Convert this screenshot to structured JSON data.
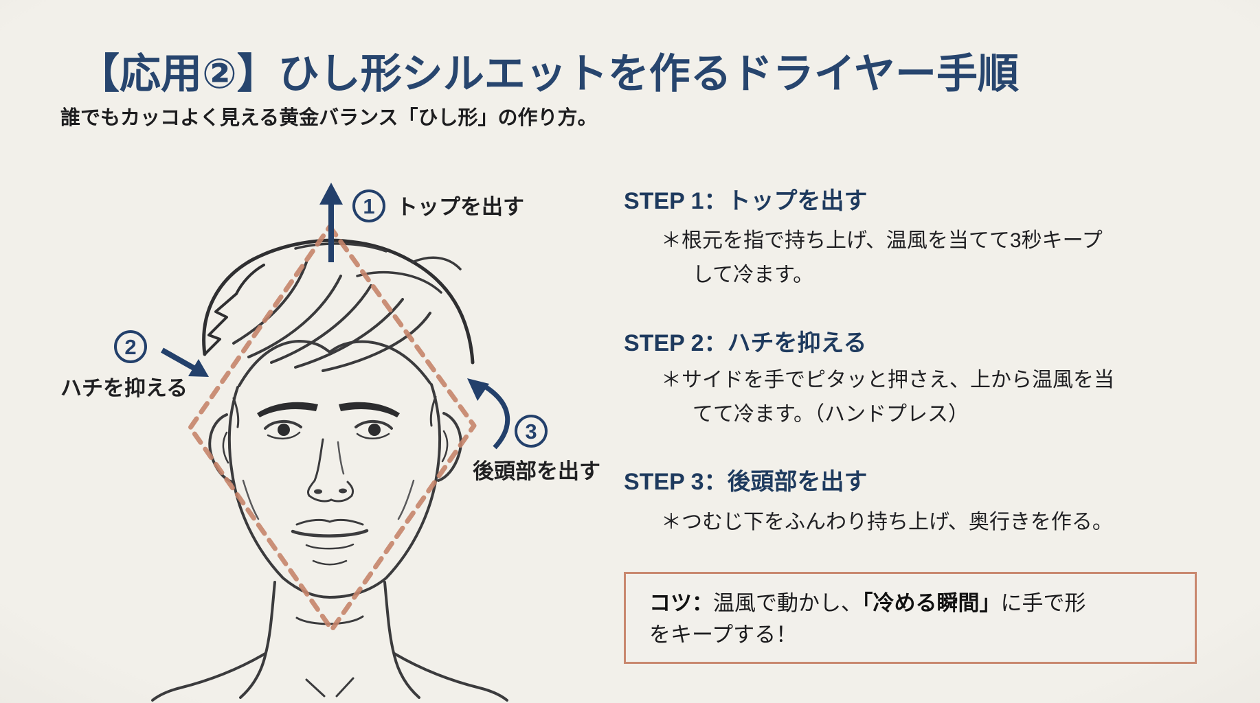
{
  "title": "【応用②】ひし形シルエットを作るドライヤー手順",
  "subtitle": "誰でもカッコよく見える黄金バランス「ひし形」の作り方。",
  "diagram": {
    "annotations": [
      {
        "number": "1",
        "label": "トップを出す"
      },
      {
        "number": "2",
        "label": "ハチを抑える"
      },
      {
        "number": "3",
        "label": "後頭部を出す"
      }
    ]
  },
  "steps": [
    {
      "heading": "STEP 1：トップを出す",
      "note_line1": "＊根元を指で持ち上げ、温風を当てて3秒キープ",
      "note_line2": "して冷ます。"
    },
    {
      "heading": "STEP 2：ハチを抑える",
      "note_line1": "＊サイドを手でピタッと押さえ、上から温風を当",
      "note_line2": "てて冷ます。（ハンドプレス）"
    },
    {
      "heading": "STEP 3：後頭部を出す",
      "note_line1": "＊つむじ下をふんわり持ち上げ、奥行きを作る。"
    }
  ],
  "tip": {
    "label": "コツ：",
    "text_before": "温風で動かし、",
    "emphasis": "「冷める瞬間」",
    "text_after": "に手で形",
    "line2": "をキープする！"
  },
  "colors": {
    "background": "#f2f0ea",
    "title_navy": "#27456e",
    "step_navy": "#1e3a5e",
    "text_dark": "#1d1d1f",
    "diamond_salmon": "#c5846a",
    "arrow_navy": "#23406b",
    "tip_border": "#c9886f"
  }
}
